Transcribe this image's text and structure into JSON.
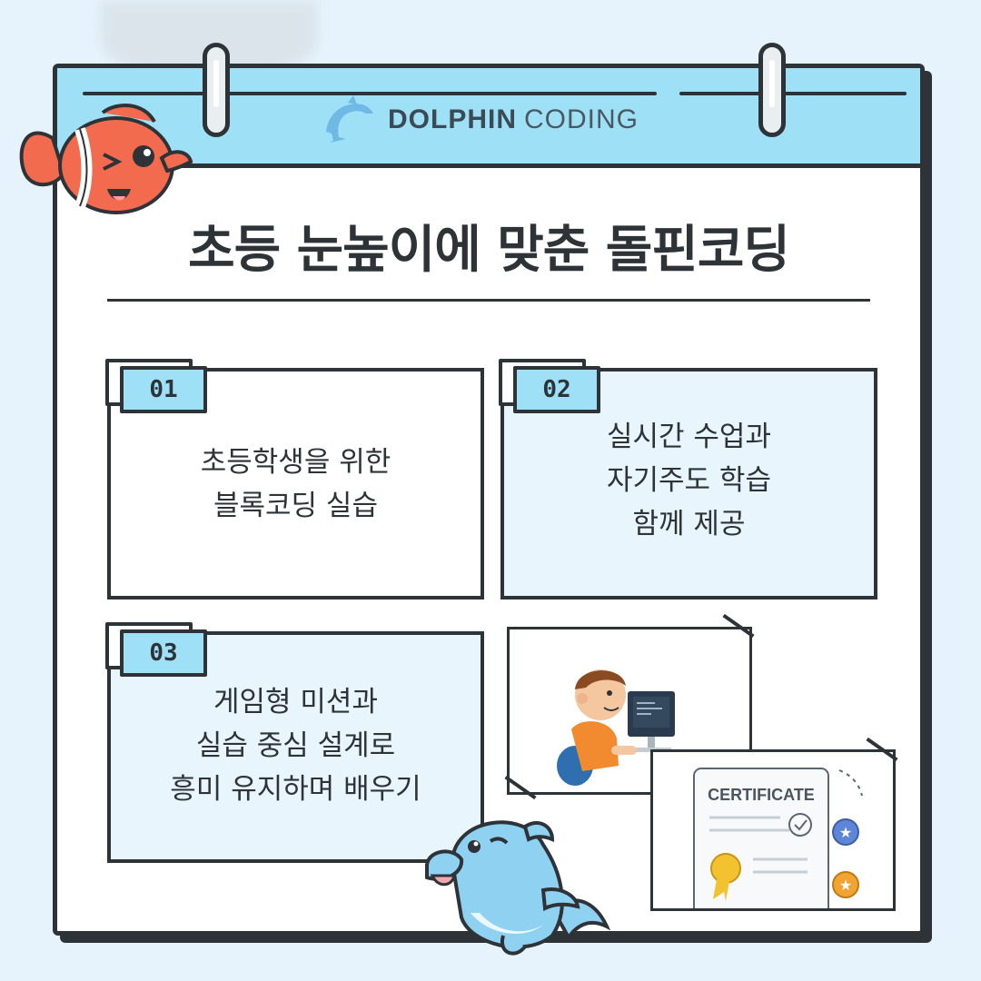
{
  "header": {
    "brand_bold": "DOLPHIN",
    "brand_light": "CODING"
  },
  "title": "초등 눈높이에 맞춘 돌핀코딩",
  "cards": [
    {
      "number": "01",
      "lines": [
        "초등학생을 위한",
        "블록코딩 실습"
      ]
    },
    {
      "number": "02",
      "lines": [
        "실시간 수업과",
        "자기주도 학습",
        "함께 제공"
      ]
    },
    {
      "number": "03",
      "lines": [
        "게임형 미션과",
        "실습 중심 설계로",
        "흥미 유지하며 배우기"
      ]
    }
  ],
  "certificate": {
    "label": "CERTIFICATE"
  },
  "colors": {
    "header": "#9ee1f7",
    "card_blue": "#e8f5fd",
    "outline": "#2d3337",
    "fish": "#f26b4f",
    "dolphin": "#8fd1f0"
  },
  "icons": [
    "dolphin-logo-icon",
    "clownfish-mascot",
    "dolphin-mascot",
    "student-computer-illustration",
    "certificate-illustration"
  ]
}
